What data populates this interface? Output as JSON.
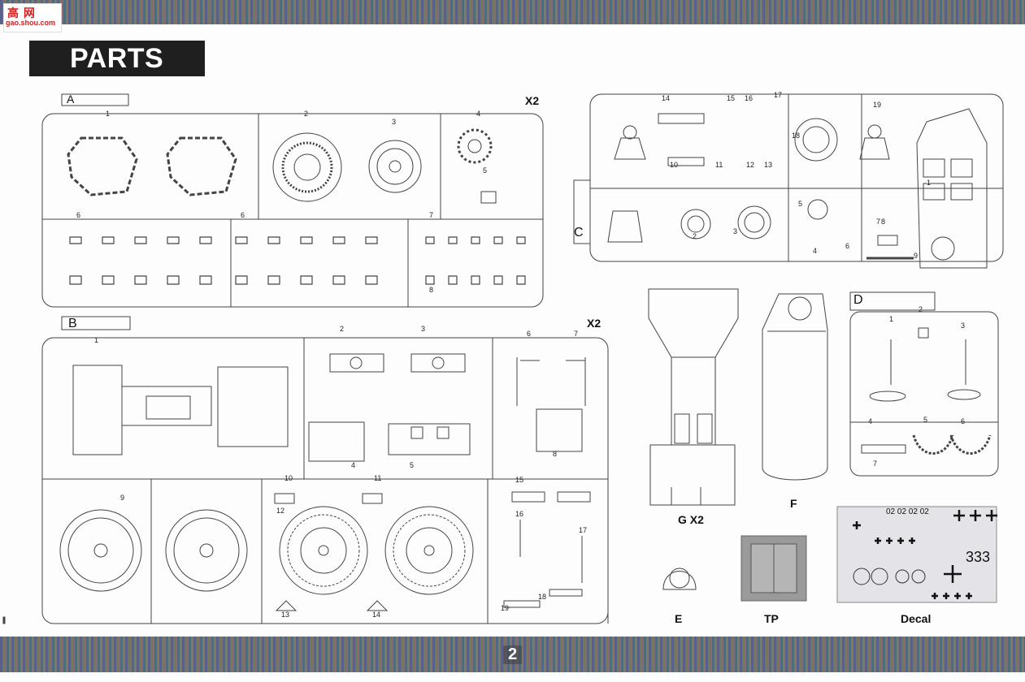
{
  "logo": {
    "glyph": "高 网",
    "site": "gao.shou.com"
  },
  "header": {
    "title": "PARTS"
  },
  "sprues": {
    "A": {
      "letter": "A",
      "qty": "X2",
      "numbers": [
        "1",
        "2",
        "3",
        "4",
        "5",
        "6",
        "6",
        "7",
        "8"
      ]
    },
    "B": {
      "letter": "B",
      "qty": "X2",
      "numbers": [
        "1",
        "2",
        "3",
        "4",
        "5",
        "6",
        "7",
        "8",
        "9",
        "10",
        "11",
        "12",
        "13",
        "14",
        "15",
        "16",
        "17",
        "18",
        "19"
      ]
    },
    "C": {
      "letter": "C",
      "numbers": [
        "1",
        "2",
        "3",
        "4",
        "5",
        "6",
        "7",
        "8",
        "9",
        "10",
        "11",
        "12",
        "13",
        "14",
        "15",
        "16",
        "17",
        "18",
        "19"
      ]
    },
    "D": {
      "letter": "D",
      "numbers": [
        "1",
        "2",
        "3",
        "4",
        "5",
        "6",
        "7"
      ]
    },
    "G": {
      "label": "G X2"
    },
    "F": {
      "label": "F"
    },
    "E": {
      "label": "E"
    },
    "TP": {
      "label": "TP"
    },
    "Decal": {
      "label": "Decal",
      "top_row": "02 02  02 02",
      "number": "333"
    }
  },
  "footer": {
    "page": "2"
  }
}
